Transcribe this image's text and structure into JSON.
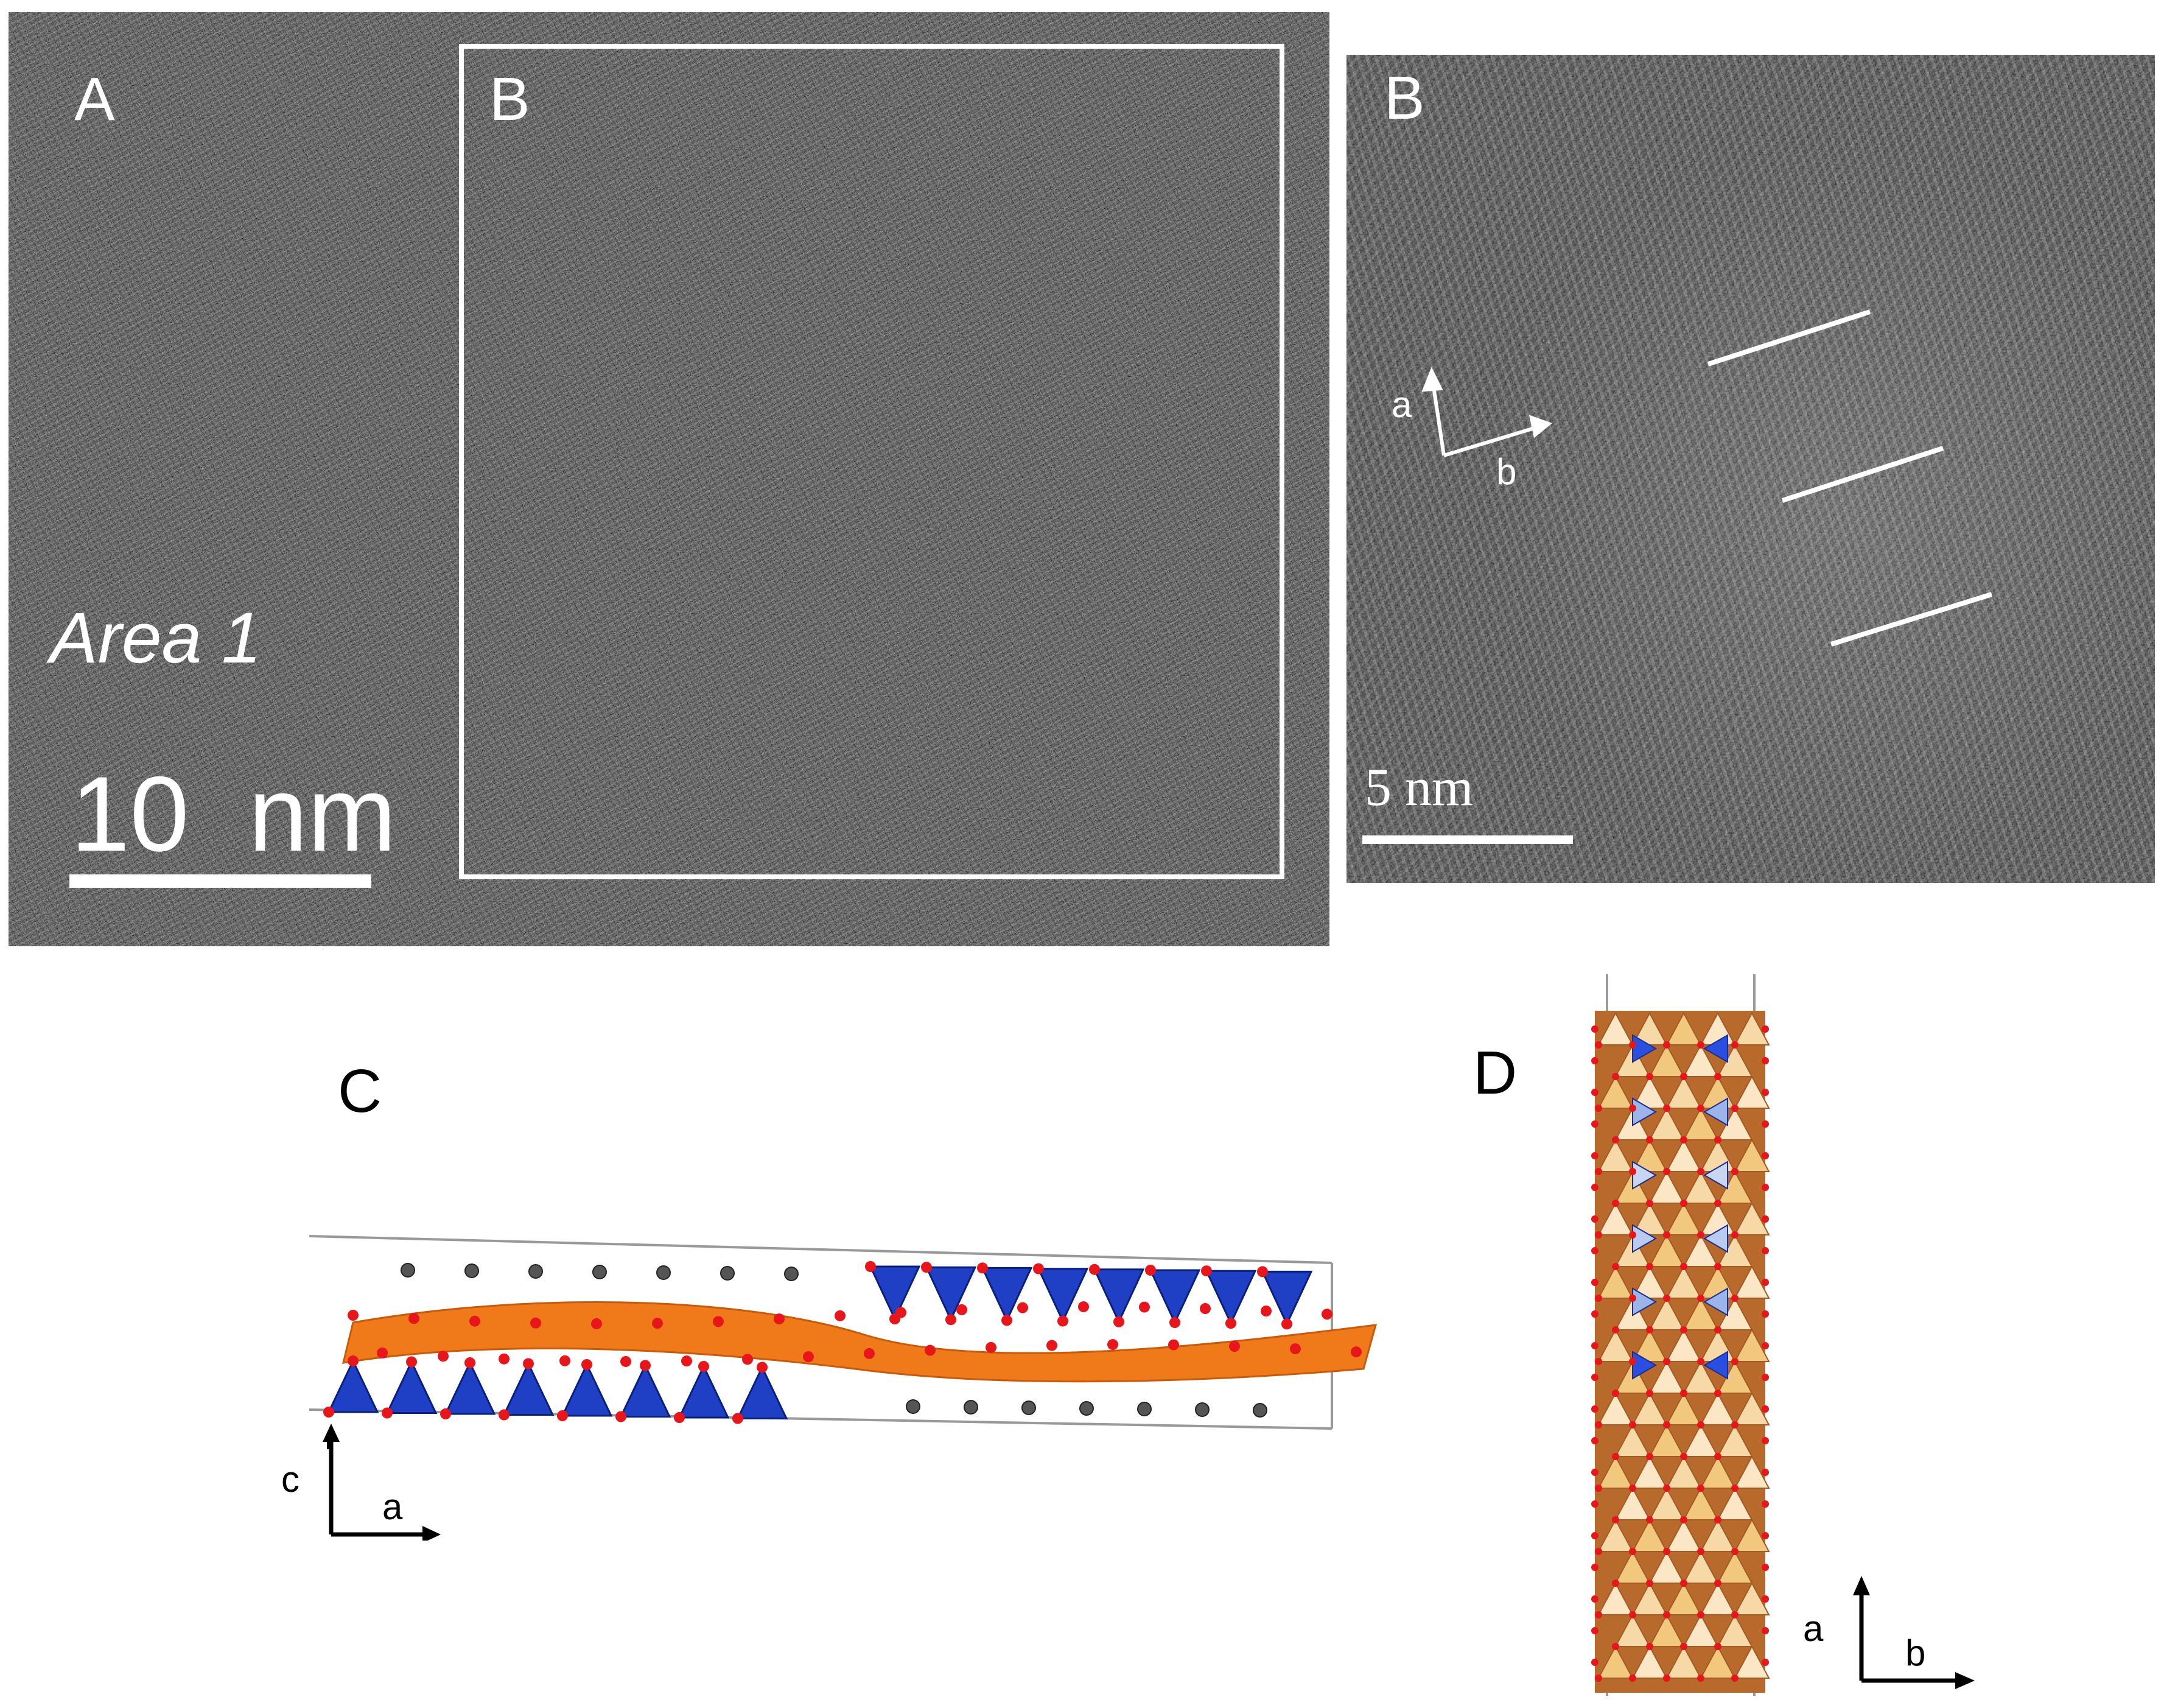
{
  "panels": {
    "a": {
      "label": "A",
      "area_label": "Area 1",
      "inset_label": "B",
      "scale_label": "10  nm"
    },
    "b": {
      "label": "B",
      "scale_label": "5 nm",
      "axis_a": "a",
      "axis_b": "b"
    },
    "c": {
      "label": "C",
      "axis_vertical": "c",
      "axis_horizontal": "a"
    },
    "d": {
      "label": "D",
      "axis_vertical": "a",
      "axis_horizontal": "b"
    }
  },
  "colors": {
    "tetrahedra": "#1f3fc4",
    "octahedral_sheet": "#f07a1a",
    "oxygen": "#e8161b",
    "interlayer_cation": "#555555",
    "d_polyhedra_light": "#f6d9a6",
    "d_polyhedra_dark": "#a45a24"
  }
}
